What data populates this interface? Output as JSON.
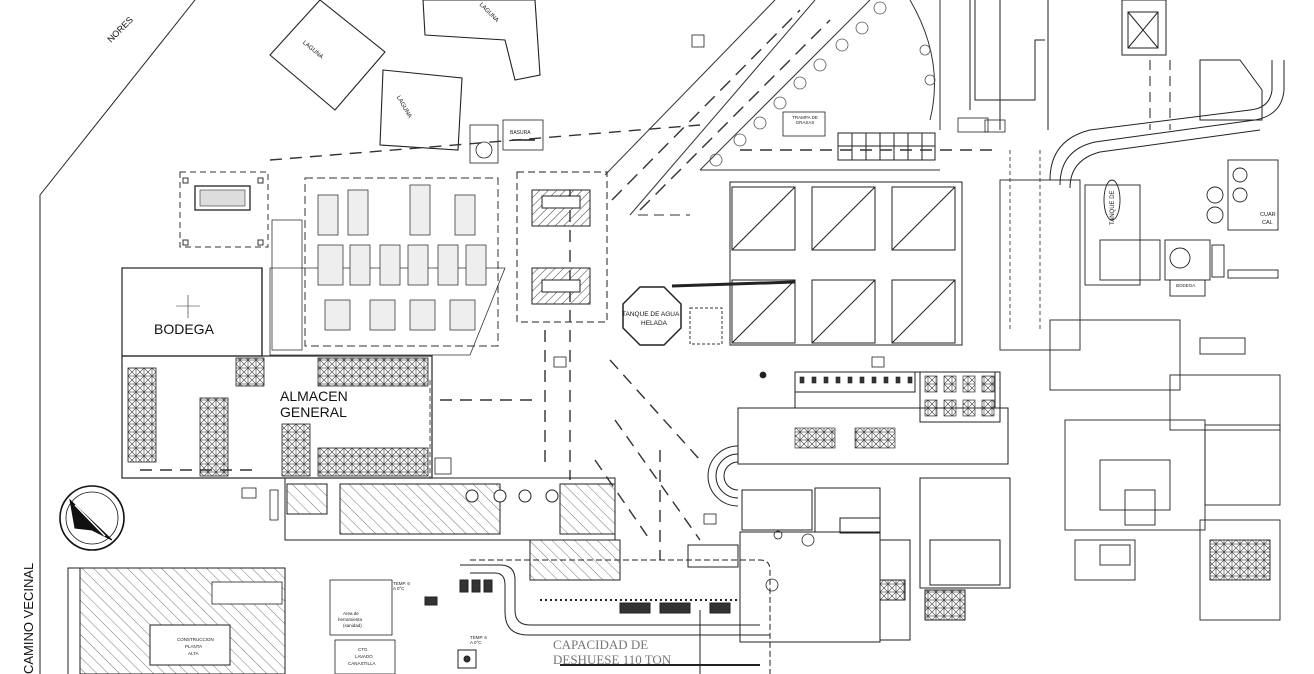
{
  "labels": {
    "nores": "NORES",
    "laguna": "LAGUNA",
    "basura": "BASURA",
    "trampa": "TRAMPA DE GRASAS",
    "bodega": "BODEGA",
    "almacen_line1": "ALMACEN",
    "almacen_line2": "GENERAL",
    "tanque_line1": "TANQUE DE AGUA",
    "tanque_line2": "HELADA",
    "camino": "CAMINO VECINAL",
    "capacidad_line1": "CAPACIDAD DE",
    "capacidad_line2": "DESHUESE 110 TON",
    "area_line1": "Area de",
    "area_line2": "herramienta",
    "area_line3": "(sanidad)",
    "temp1": "TEMP. 6 A 0°C",
    "temp2": "TEMP. 6 A 0°C",
    "ctg_line1": "CTG",
    "ctg_line2": "LAVADO",
    "ctg_line3": "CANASTILLA",
    "construccion_line1": "CONSTRUCCION",
    "construccion_line2": "PLANTA",
    "construccion_line3": "ALTA",
    "bodega_sm": "BODEGA",
    "tanque_v": "TANQUE DE",
    "cuarto_line1": "CUAR",
    "cuarto_line2": "CAL"
  },
  "colors": {
    "line": "#1a1a1a",
    "hatch": "#333333",
    "watermark": "#777777",
    "background": "#ffffff"
  }
}
